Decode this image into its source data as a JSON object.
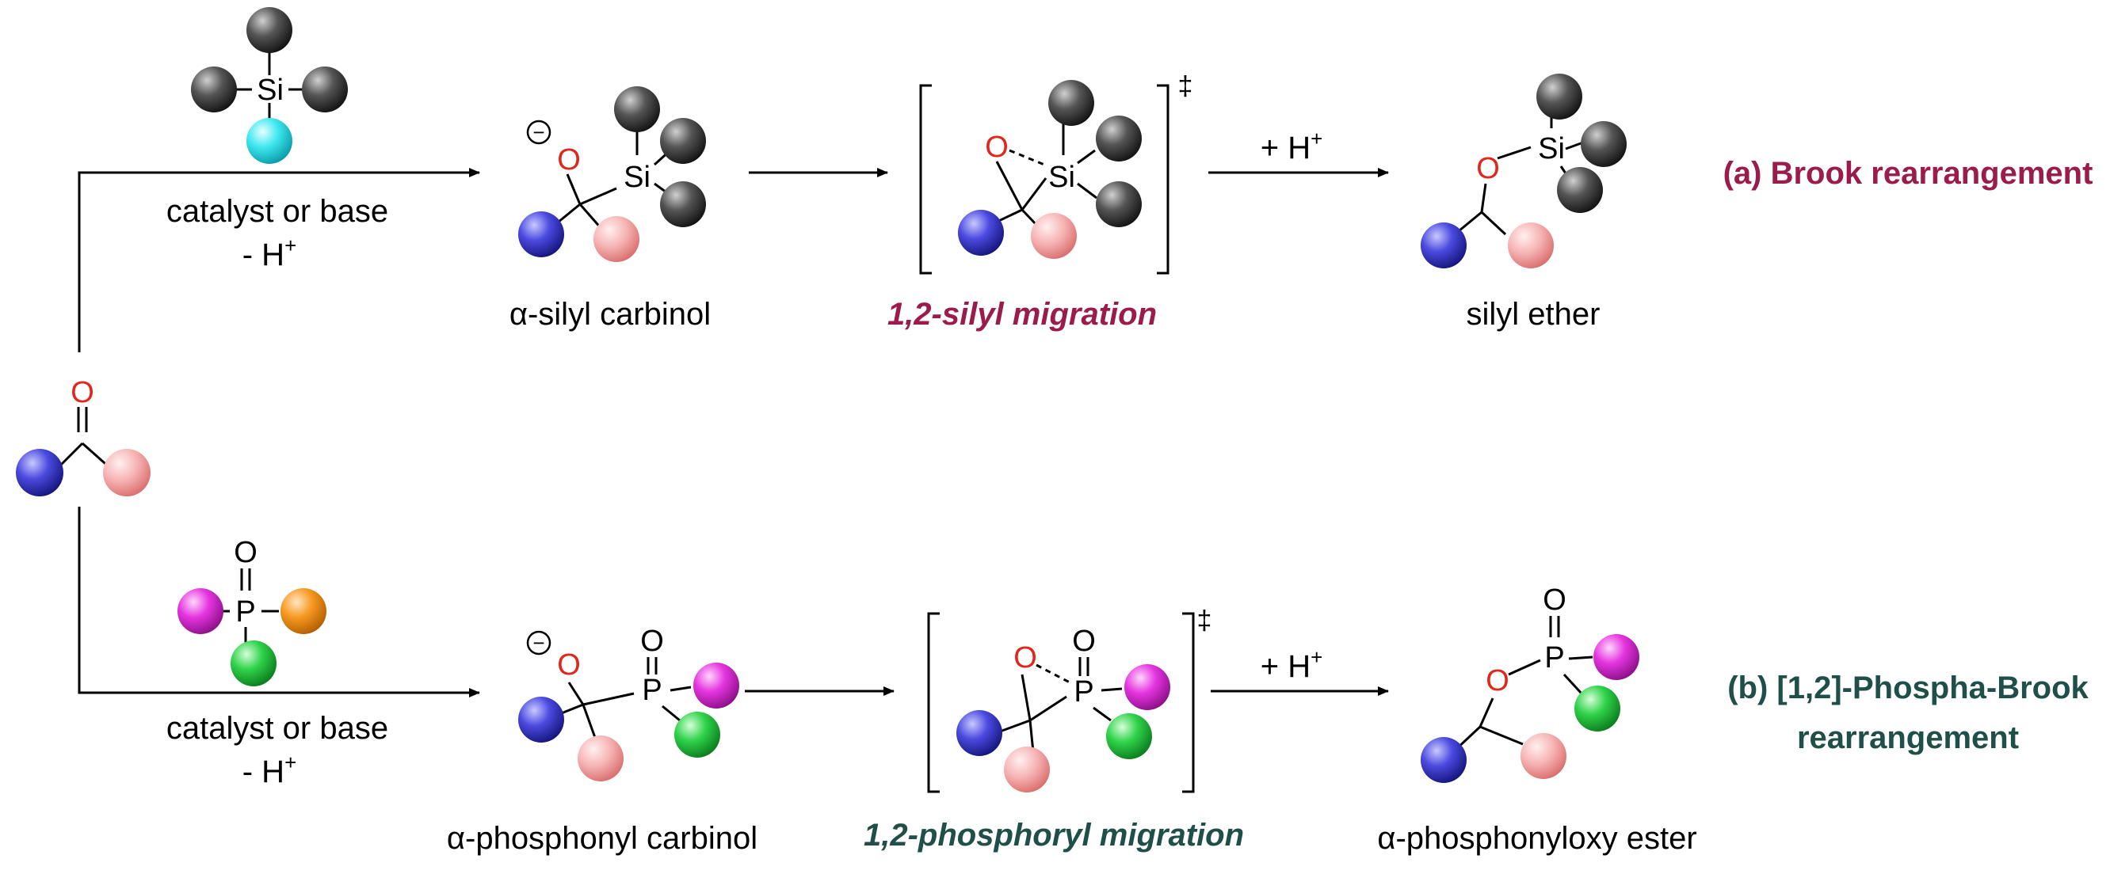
{
  "labels": {
    "reagent_top": "catalyst or base",
    "reagent_top_sub": "- H",
    "reagent_bottom": "catalyst or base",
    "reagent_bottom_sub": "- H",
    "plus_sign": "+",
    "plus_h_top": "+ H",
    "plus_h_bottom": "+ H",
    "alpha_silyl_carbinol": "α-silyl carbinol",
    "silyl_migration": "1,2-silyl migration",
    "silyl_ether": "silyl ether",
    "alpha_phosphonyl_carbinol": "α-phosphonyl carbinol",
    "phosphoryl_migration": "1,2-phosphoryl migration",
    "alpha_phosphonyloxy_ester": "α-phosphonyloxy ester",
    "title_a": "(a) Brook rearrangement",
    "title_b_line1": "(b) [1,2]-Phospha-Brook",
    "title_b_line2": "rearrangement",
    "dagger": "‡",
    "minus_sign": "−"
  },
  "atoms": {
    "O": "O",
    "Si": "Si",
    "P": "P"
  },
  "colors": {
    "blue_group": "#2f2fd0",
    "pink_group": "#f4a3a3",
    "cyan_group": "#3fe8f0",
    "magenta_group": "#e535e0",
    "orange_group": "#f79a22",
    "green_group": "#2fd34a",
    "silyl_substituent": "#3a3a3a",
    "oxygen_red": "#e3261c",
    "brook_title": "#9b1b4d",
    "phospha_title": "#1f4f48"
  }
}
